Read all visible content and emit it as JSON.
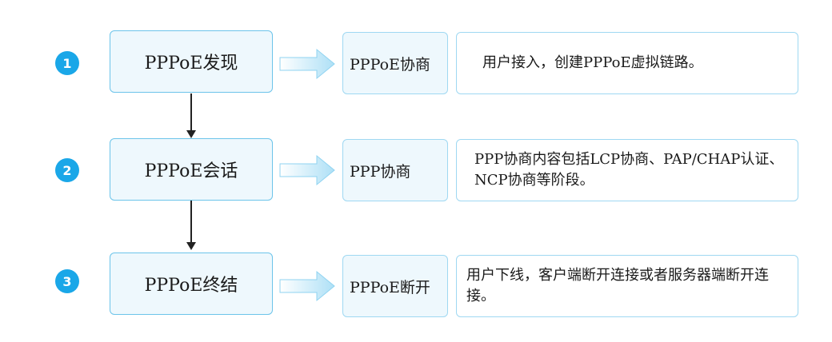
{
  "steps": [
    {
      "badge": "1",
      "stage": "PPPoE发现",
      "protocol": "PPPoE协商",
      "description": "用户接入，创建PPPoE虚拟链路。"
    },
    {
      "badge": "2",
      "stage": "PPPoE会话",
      "protocol": "PPP协商",
      "description": "PPP协商内容包括LCP协商、PAP/CHAP认证、NCP协商等阶段。"
    },
    {
      "badge": "3",
      "stage": "PPPoE终结",
      "protocol": "PPPoE断开",
      "description": "用户下线，客户端断开连接或者服务器端断开连接。"
    }
  ],
  "colors": {
    "badge": "#1aa7e8",
    "box_fill": "#eef8fd",
    "box_border": "#6cc4ea",
    "arrow_fill": "#bfe6f7"
  }
}
